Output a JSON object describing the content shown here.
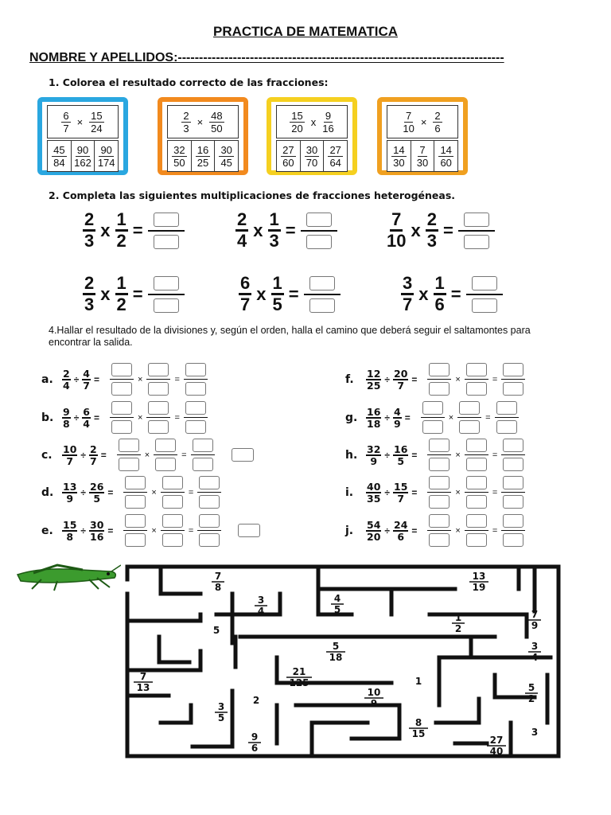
{
  "title": "PRACTICA DE MATEMATICA",
  "name_line": "NOMBRE Y APELLIDOS:-----------------------------------------------------------------------------",
  "section1": "1.  Colorea el resultado correcto de las fracciones:",
  "cards": [
    {
      "color": "#2aa7e0",
      "a": [
        "6",
        "7"
      ],
      "b": [
        "15",
        "24"
      ],
      "op": "×",
      "answers": [
        [
          "45",
          "84"
        ],
        [
          "90",
          "162"
        ],
        [
          "90",
          "174"
        ]
      ]
    },
    {
      "color": "#f28a1e",
      "a": [
        "2",
        "3"
      ],
      "b": [
        "48",
        "50"
      ],
      "op": "×",
      "answers": [
        [
          "32",
          "50"
        ],
        [
          "16",
          "25"
        ],
        [
          "30",
          "45"
        ]
      ]
    },
    {
      "color": "#f5d020",
      "a": [
        "15",
        "20"
      ],
      "b": [
        "9",
        "16"
      ],
      "op": "x",
      "answers": [
        [
          "27",
          "60"
        ],
        [
          "30",
          "70"
        ],
        [
          "27",
          "64"
        ]
      ]
    },
    {
      "color": "#f0a020",
      "a": [
        "7",
        "10"
      ],
      "b": [
        "2",
        "6"
      ],
      "op": "×",
      "answers": [
        [
          "14",
          "30"
        ],
        [
          "7",
          "30"
        ],
        [
          "14",
          "60"
        ]
      ]
    }
  ],
  "section2": "2.  Completa las siguientes multiplicaciones de fracciones heterogéneas.",
  "equations": [
    {
      "a": [
        "2",
        "3"
      ],
      "b": [
        "1",
        "2"
      ]
    },
    {
      "a": [
        "2",
        "4"
      ],
      "b": [
        "1",
        "3"
      ]
    },
    {
      "a": [
        "7",
        "10"
      ],
      "b": [
        "2",
        "3"
      ]
    },
    {
      "a": [
        "2",
        "3"
      ],
      "b": [
        "1",
        "2"
      ]
    },
    {
      "a": [
        "6",
        "7"
      ],
      "b": [
        "1",
        "5"
      ]
    },
    {
      "a": [
        "3",
        "7"
      ],
      "b": [
        "1",
        "6"
      ]
    }
  ],
  "eq_ops": {
    "times": "x",
    "equals": "="
  },
  "section3": "4.Hallar el resultado de la divisiones y, según el orden, halla el camino que deberá seguir el saltamontes para encontrar la salida.",
  "divisions": [
    {
      "label": "a.",
      "a": [
        "2",
        "4"
      ],
      "b": [
        "4",
        "7"
      ]
    },
    {
      "label": "b.",
      "a": [
        "9",
        "8"
      ],
      "b": [
        "6",
        "4"
      ]
    },
    {
      "label": "c.",
      "a": [
        "10",
        "7"
      ],
      "b": [
        "2",
        "7"
      ]
    },
    {
      "label": "d.",
      "a": [
        "13",
        "9"
      ],
      "b": [
        "26",
        "5"
      ]
    },
    {
      "label": "e.",
      "a": [
        "15",
        "8"
      ],
      "b": [
        "30",
        "16"
      ]
    },
    {
      "label": "f.",
      "a": [
        "12",
        "25"
      ],
      "b": [
        "20",
        "7"
      ]
    },
    {
      "label": "g.",
      "a": [
        "16",
        "18"
      ],
      "b": [
        "4",
        "9"
      ]
    },
    {
      "label": "h.",
      "a": [
        "32",
        "9"
      ],
      "b": [
        "16",
        "5"
      ]
    },
    {
      "label": "i.",
      "a": [
        "40",
        "35"
      ],
      "b": [
        "15",
        "7"
      ]
    },
    {
      "label": "j.",
      "a": [
        "54",
        "20"
      ],
      "b": [
        "24",
        "6"
      ]
    }
  ],
  "div_ops": {
    "divide": "÷",
    "equals": "=",
    "times": "×"
  },
  "maze_labels": [
    {
      "id": "m1",
      "n": "7",
      "d": "8"
    },
    {
      "id": "m2",
      "n": "3",
      "d": "4"
    },
    {
      "id": "m3",
      "n": "4",
      "d": "5"
    },
    {
      "id": "m4",
      "n": "13",
      "d": "19"
    },
    {
      "id": "m5",
      "n": "1",
      "d": "2"
    },
    {
      "id": "m6",
      "n": "7",
      "d": "9"
    },
    {
      "id": "m7",
      "v": "5"
    },
    {
      "id": "m8",
      "n": "5",
      "d": "18"
    },
    {
      "id": "m9",
      "n": "3",
      "d": "4"
    },
    {
      "id": "m10",
      "n": "7",
      "d": "13"
    },
    {
      "id": "m11",
      "n": "21",
      "d": "125"
    },
    {
      "id": "m12",
      "v": "1"
    },
    {
      "id": "m13",
      "n": "5",
      "d": "2"
    },
    {
      "id": "m14",
      "v": "2"
    },
    {
      "id": "m15",
      "n": "10",
      "d": "9"
    },
    {
      "id": "m16",
      "n": "3",
      "d": "5"
    },
    {
      "id": "m17",
      "n": "8",
      "d": "15"
    },
    {
      "id": "m18",
      "v": "3"
    },
    {
      "id": "m19",
      "n": "9",
      "d": "6"
    },
    {
      "id": "m20",
      "n": "27",
      "d": "40"
    }
  ]
}
